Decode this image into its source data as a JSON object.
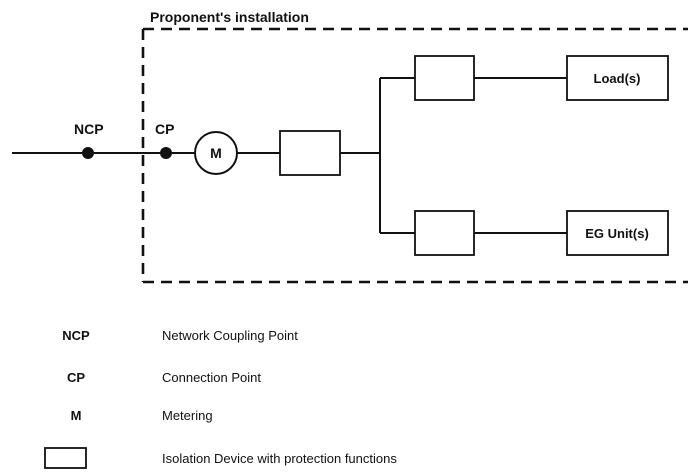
{
  "installation_title": "Proponent's installation",
  "labels": {
    "ncp": "NCP",
    "cp": "CP",
    "meter": "M",
    "load": "Load(s)",
    "eg_unit": "EG Unit(s)"
  },
  "legend": [
    {
      "symbol": "NCP",
      "description": "Network Coupling Point"
    },
    {
      "symbol": "CP",
      "description": "Connection Point"
    },
    {
      "symbol": "M",
      "description": "Metering"
    },
    {
      "symbol": "",
      "symbol_icon": "isolation-device-box-icon",
      "description": "Isolation Device with protection functions"
    }
  ]
}
